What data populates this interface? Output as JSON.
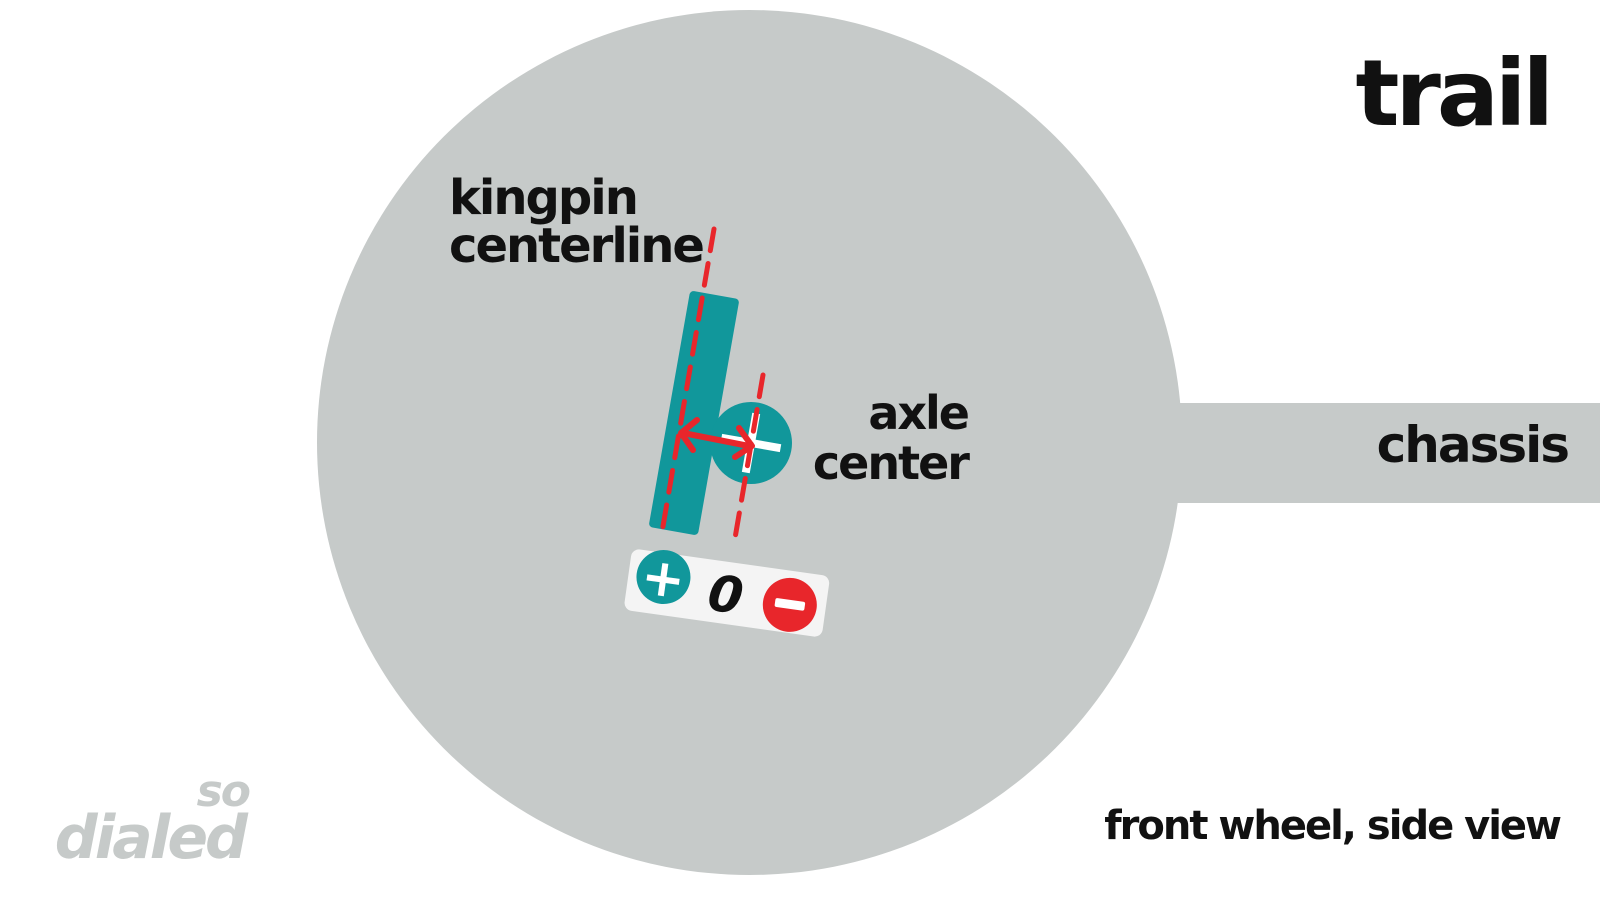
{
  "title": "trail",
  "labels": {
    "kingpin_line1": "kingpin",
    "kingpin_line2": "centerline",
    "axle_line1": "axle",
    "axle_line2": "center",
    "chassis": "chassis",
    "caption": "front wheel, side view"
  },
  "scale": {
    "positive": "+",
    "zero": "0",
    "negative": "−"
  },
  "logo": {
    "line1": "so",
    "line2": "dialed"
  },
  "colors": {
    "wheel": "#c6cac9",
    "teal": "#11979b",
    "red": "#e8262b",
    "text": "#111111",
    "chip_bg": "#f4f4f4"
  }
}
